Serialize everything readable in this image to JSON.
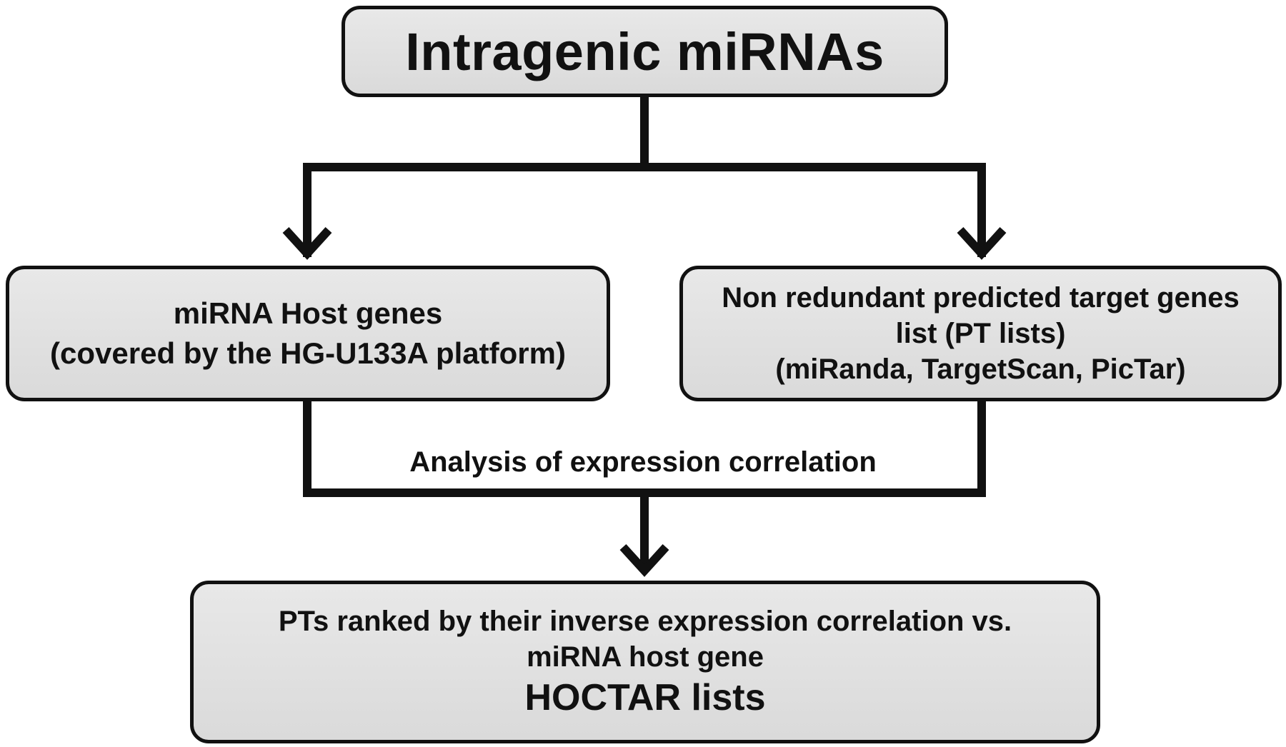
{
  "nodes": {
    "top": {
      "title": "Intragenic miRNAs"
    },
    "left": {
      "line1": "miRNA Host genes",
      "line2": "(covered by the HG-U133A platform)"
    },
    "right": {
      "line1": "Non redundant predicted target genes",
      "line2": "list (PT lists)",
      "line3": "(miRanda, TargetScan, PicTar)"
    },
    "bottom": {
      "line1": "PTs ranked by their inverse expression correlation vs.",
      "line2": "miRNA host gene",
      "line3": "HOCTAR lists"
    }
  },
  "edges": {
    "merge_label": "Analysis of expression correlation"
  },
  "colors": {
    "stroke": "#111111",
    "box_fill": "#e0e0e0",
    "background": "#ffffff"
  }
}
